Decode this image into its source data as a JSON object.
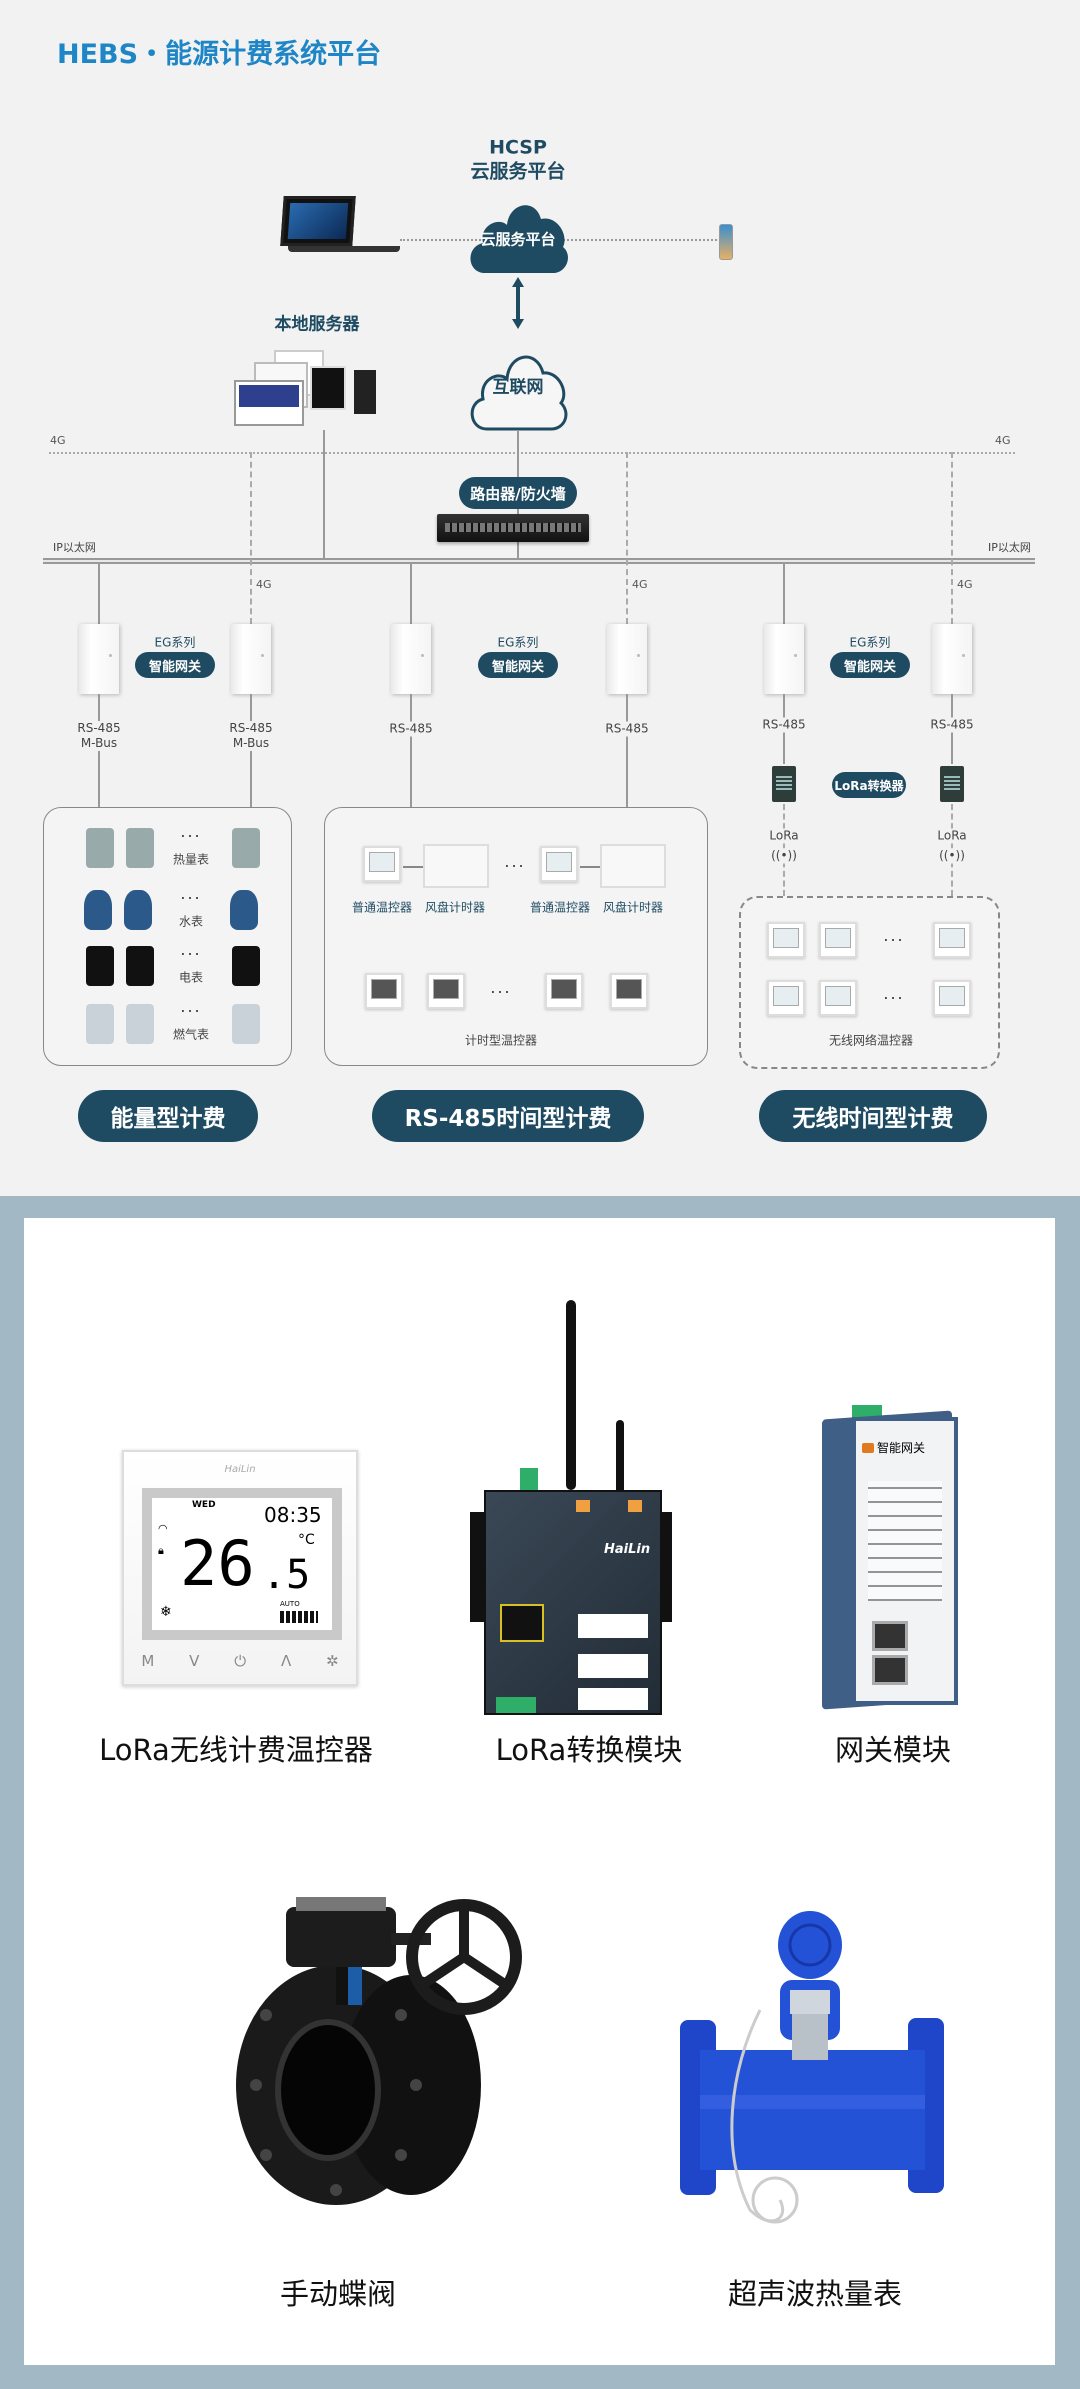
{
  "title": "HEBS・能源计费系统平台",
  "cloud": {
    "hcsp": "HCSP",
    "platform": "云服务平台",
    "cloud_label": "云服务平台"
  },
  "local_server": "本地服务器",
  "internet": "互联网",
  "router": "路由器/防火墙",
  "network": {
    "ip_left": "IP以太网",
    "ip_right": "IP以太网",
    "fourg": "4G"
  },
  "gateways": {
    "series": "EG系列",
    "name": "智能网关"
  },
  "bus": {
    "rs485": "RS-485",
    "mbus": "M-Bus",
    "lora": "LoRa",
    "lora_converter": "LoRa转换器"
  },
  "energy_box": {
    "heat": "热量表",
    "water": "水表",
    "electric": "电表",
    "gas": "燃气表"
  },
  "rs485_box": {
    "normal_thermostat": "普通温控器",
    "fan_timer": "风盘计时器",
    "timed_thermostat": "计时型温控器"
  },
  "wireless_box": {
    "label": "无线网络温控器"
  },
  "ellipsis": "···",
  "categories": [
    "能量型计费",
    "RS-485时间型计费",
    "无线时间型计费"
  ],
  "thermostat": {
    "day": "WED",
    "time": "08:35",
    "temp": "26",
    "temp_dec": ".5",
    "unit": "°C",
    "mode": "AUTO",
    "buttons": [
      "M",
      "V",
      "⏻",
      "Λ",
      "✲"
    ],
    "brand": "HaiLin"
  },
  "converter": {
    "brand": "HaiLin"
  },
  "gateway_module": {
    "label": "智能网关"
  },
  "products": [
    "LoRa无线计费温控器",
    "LoRa转换模块",
    "网关模块",
    "手动蝶阀",
    "超声波热量表"
  ],
  "colors": {
    "title": "#1e86c6",
    "pill": "#1f4b62",
    "bottom_bg": "#a2b8c5"
  }
}
